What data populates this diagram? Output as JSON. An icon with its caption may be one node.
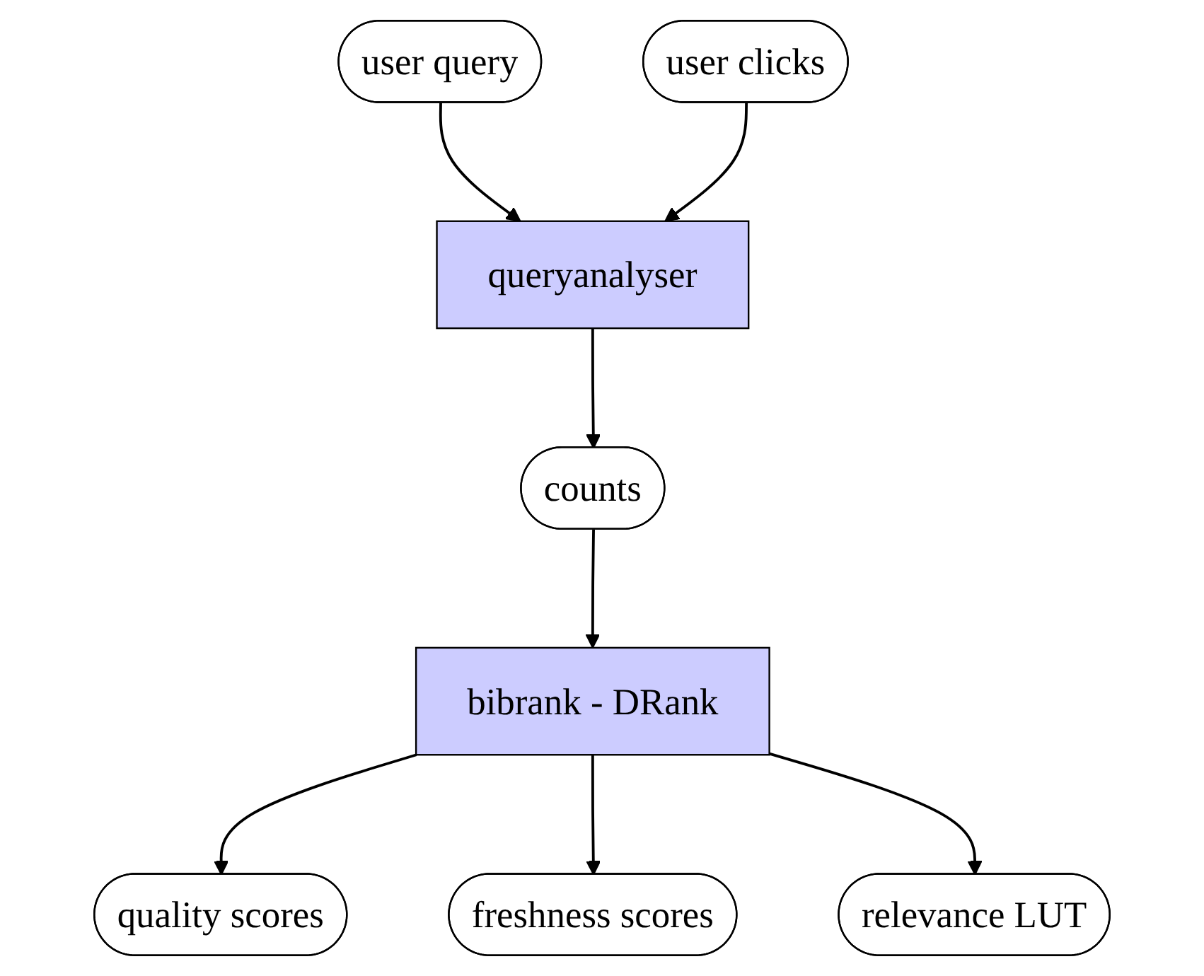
{
  "diagram": {
    "nodes": [
      {
        "text": [
          "user query"
        ]
      },
      {
        "text": [
          "user clicks"
        ]
      },
      {
        "text": [
          "queryanalyser"
        ]
      },
      {
        "text": [
          "counts"
        ]
      },
      {
        "text": [
          "bibrank - DRank"
        ]
      },
      {
        "text": [
          "quality scores"
        ]
      },
      {
        "text": [
          "freshness scores"
        ]
      },
      {
        "text": [
          "relevance LUT"
        ]
      }
    ],
    "edges": [
      {
        "from": 0,
        "to": 2,
        "arrow": "to"
      },
      {
        "from": 1,
        "to": 2,
        "arrow": "to"
      },
      {
        "from": 2,
        "to": 3,
        "arrow": "to"
      },
      {
        "from": 3,
        "to": 4,
        "arrow": "to"
      },
      {
        "from": 4,
        "to": 5,
        "arrow": "to"
      },
      {
        "from": 4,
        "to": 6,
        "arrow": "to"
      },
      {
        "from": 4,
        "to": 7,
        "arrow": "to"
      }
    ]
  }
}
